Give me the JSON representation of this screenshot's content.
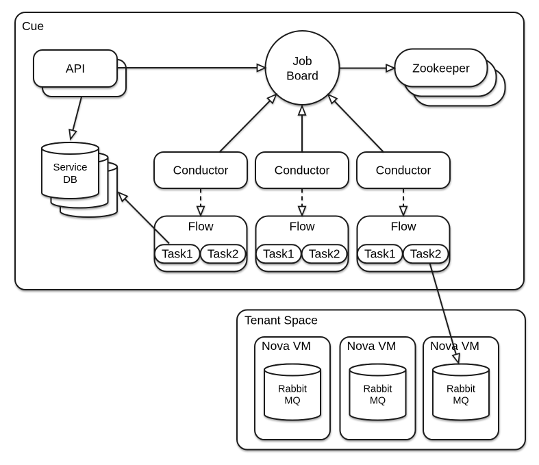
{
  "diagram": {
    "cue": {
      "label": "Cue"
    },
    "api": {
      "label": "API"
    },
    "job_board": {
      "line1": "Job",
      "line2": "Board"
    },
    "zookeeper": {
      "label": "Zookeeper"
    },
    "service_db": {
      "line1": "Service",
      "line2": "DB"
    },
    "conductors": [
      {
        "label": "Conductor"
      },
      {
        "label": "Conductor"
      },
      {
        "label": "Conductor"
      }
    ],
    "flows": [
      {
        "label": "Flow",
        "task1": "Task1",
        "task2": "Task2"
      },
      {
        "label": "Flow",
        "task1": "Task1",
        "task2": "Task2"
      },
      {
        "label": "Flow",
        "task1": "Task1",
        "task2": "Task2"
      }
    ],
    "tenant_space": {
      "label": "Tenant Space",
      "vms": [
        {
          "label": "Nova VM",
          "mq_line1": "Rabbit",
          "mq_line2": "MQ"
        },
        {
          "label": "Nova VM",
          "mq_line1": "Rabbit",
          "mq_line2": "MQ"
        },
        {
          "label": "Nova VM",
          "mq_line1": "Rabbit",
          "mq_line2": "MQ"
        }
      ]
    },
    "colors": {
      "stroke": "#1a1a1a",
      "fill": "#ffffff",
      "background": "#ffffff",
      "text": "#000000"
    }
  }
}
